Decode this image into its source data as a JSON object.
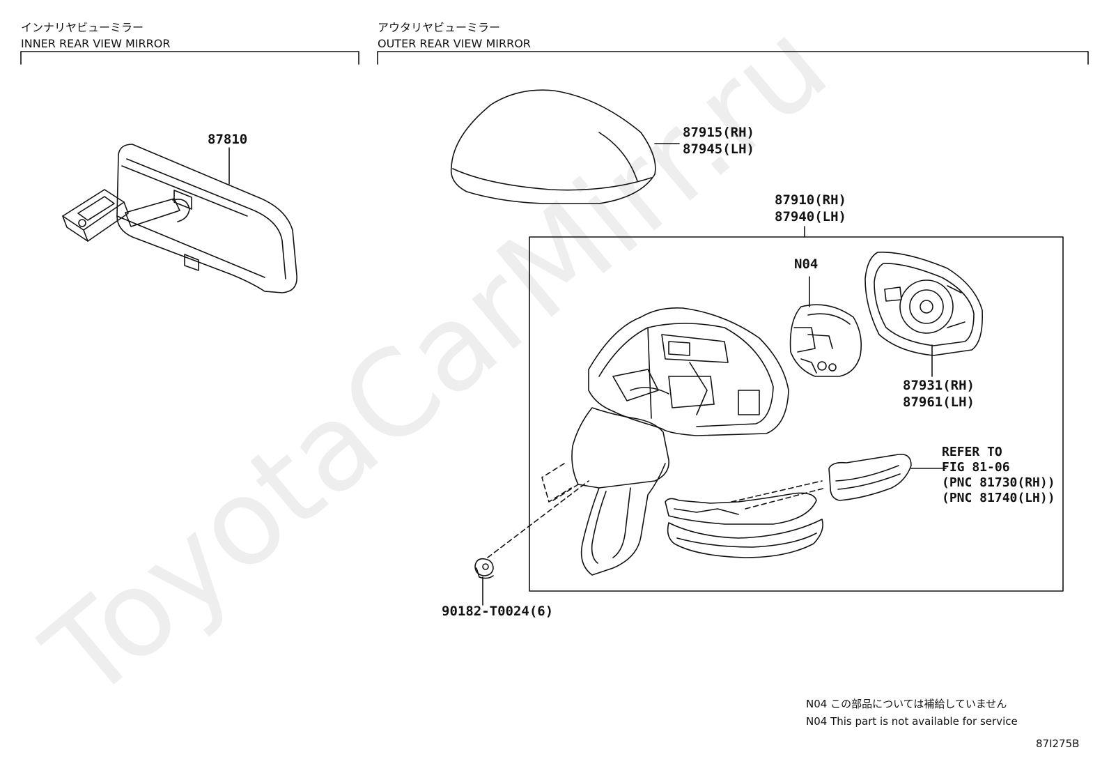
{
  "sections": {
    "inner": {
      "title_jp": "インナリヤビューミラー",
      "title_en": "INNER REAR VIEW MIRROR"
    },
    "outer": {
      "title_jp": "アウタリヤビューミラー",
      "title_en": "OUTER REAR VIEW MIRROR"
    }
  },
  "parts": {
    "inner_mirror": "87810",
    "cover_rh": "87915(RH)",
    "cover_lh": "87945(LH)",
    "assy_rh": "87910(RH)",
    "assy_lh": "87940(LH)",
    "actuator": "N04",
    "glass_rh": "87931(RH)",
    "glass_lh": "87961(LH)",
    "nut": "90182-T0024(6)"
  },
  "refer": {
    "line1": "REFER TO",
    "line2": "FIG 81-06",
    "line3": "(PNC 81730(RH))",
    "line4": "(PNC 81740(LH))"
  },
  "notes": {
    "jp": "N04 この部品については補給していません",
    "en": "N04 This part is not available for service"
  },
  "figure_code": "87I275B",
  "watermark": "ToyotaCarMirr.ru",
  "colors": {
    "line": "#111111",
    "watermark": "#ececec"
  }
}
